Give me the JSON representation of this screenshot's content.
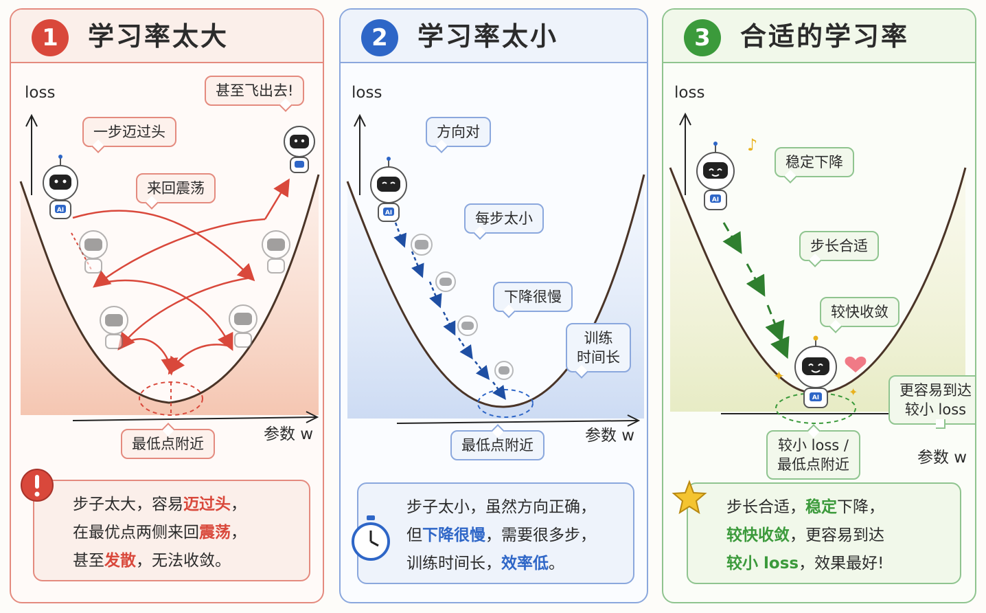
{
  "panels": [
    {
      "num": "1",
      "title": "学习率太大",
      "accent": "#d9483b",
      "border": "#e48a7e",
      "fill": "#fbefea",
      "ylabel": "loss",
      "xlabel": "参数 w",
      "min_label": "最低点附近",
      "bubbles": [
        "一步迈过头",
        "甚至飞出去!",
        "来回震荡"
      ],
      "summary": {
        "pre1": "步子太大，容易",
        "hl1": "迈过头",
        "post1": "，",
        "pre2": "在最优点两侧来回",
        "hl2": "震荡",
        "post2": "，",
        "pre3": "甚至",
        "hl3": "发散",
        "post3": "，无法收敛。"
      }
    },
    {
      "num": "2",
      "title": "学习率太小",
      "accent": "#2e66c7",
      "border": "#8aa7dd",
      "fill": "#eef3fb",
      "ylabel": "loss",
      "xlabel": "参数 w",
      "min_label": "最低点附近",
      "bubbles": [
        "方向对",
        "每步太小",
        "下降很慢",
        "训练",
        "时间长"
      ],
      "summary": {
        "pre1": "步子太小，虽然方向正确，",
        "hl1": "",
        "post1": "",
        "pre2": "但",
        "hl2": "下降很慢",
        "post2": "，需要很多步，",
        "pre3": "训练时间长，",
        "hl3": "效率低",
        "post3": "。"
      }
    },
    {
      "num": "3",
      "title": "合适的学习率",
      "accent": "#3b9a3b",
      "border": "#8fc48f",
      "fill": "#f1f8ea",
      "ylabel": "loss",
      "xlabel": "参数 w",
      "min_label": "较小 loss /",
      "min_label2": "最低点附近",
      "bubbles": [
        "稳定下降",
        "步长合适",
        "较快收敛",
        "更容易到达",
        "较小 loss"
      ],
      "summary": {
        "pre1": "步长合适，",
        "hl1": "稳定",
        "post1": "下降，",
        "pre2": "",
        "hl2": "较快收敛",
        "post2": "，更容易到达",
        "pre3": "",
        "hl3": "较小 loss",
        "post3": "，效果最好!"
      }
    }
  ],
  "robot_badge": "AI"
}
